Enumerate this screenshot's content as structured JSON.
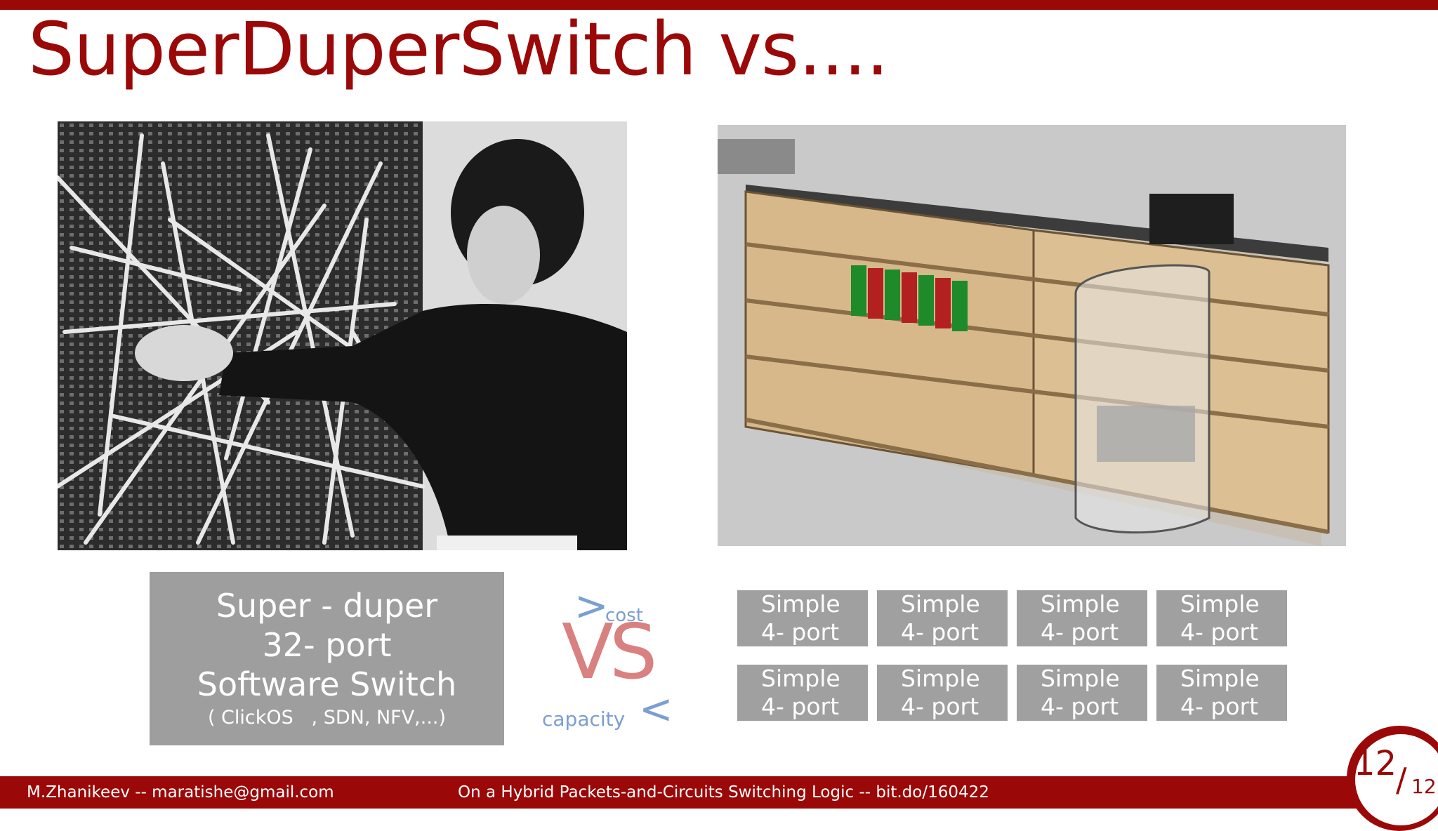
{
  "slide": {
    "title": "SuperDuperSwitch vs....",
    "big_switch": {
      "line1": "Super - duper",
      "line2": "32- port",
      "line3": "Software Switch",
      "line4": "( ClickOS   , SDN, NFV,...)"
    },
    "comparison": {
      "vs_label": "VS",
      "greater_symbol": ">",
      "cost_label": "cost",
      "less_symbol": "<",
      "capacity_label": "capacity"
    },
    "small_switches": [
      {
        "line1": "Simple",
        "line2": "4- port"
      },
      {
        "line1": "Simple",
        "line2": "4- port"
      },
      {
        "line1": "Simple",
        "line2": "4- port"
      },
      {
        "line1": "Simple",
        "line2": "4- port"
      },
      {
        "line1": "Simple",
        "line2": "4- port"
      },
      {
        "line1": "Simple",
        "line2": "4- port"
      },
      {
        "line1": "Simple",
        "line2": "4- port"
      },
      {
        "line1": "Simple",
        "line2": "4- port"
      }
    ]
  },
  "footer": {
    "author": "M.Zhanikeev -- maratishe@gmail.com",
    "talk": "On a Hybrid Packets-and-Circuits Switching Logic -- bit.do/160422"
  },
  "page": {
    "current": "12",
    "slash": "/",
    "total": "12"
  },
  "colors": {
    "brand_red": "#9a0808",
    "box_gray": "#9e9e9e",
    "vs_pink": "#d98080",
    "compare_blue": "#7a9fd0"
  }
}
